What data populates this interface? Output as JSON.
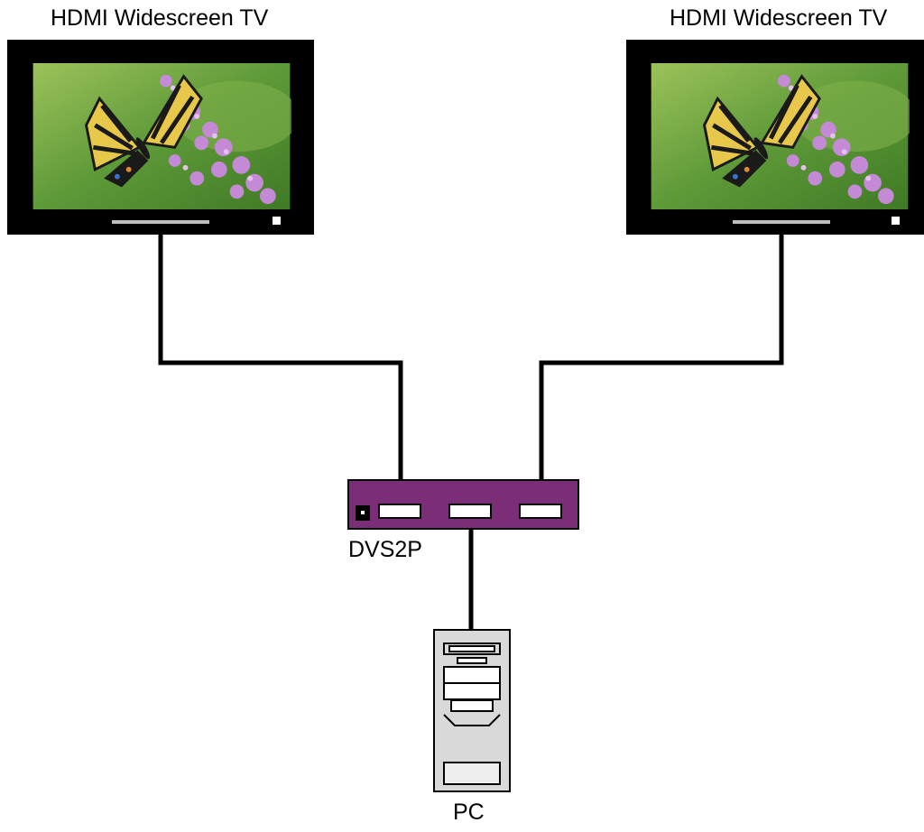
{
  "diagram": {
    "tv_left": {
      "label": "HDMI Widescreen TV"
    },
    "tv_right": {
      "label": "HDMI Widescreen TV"
    },
    "splitter": {
      "label": "DVS2P"
    },
    "computer": {
      "label": "PC"
    }
  },
  "colors": {
    "splitter_body": "#7b2d77",
    "tv_bezel": "#000000",
    "pc_case": "#d9d9d9",
    "cable": "#000000"
  }
}
